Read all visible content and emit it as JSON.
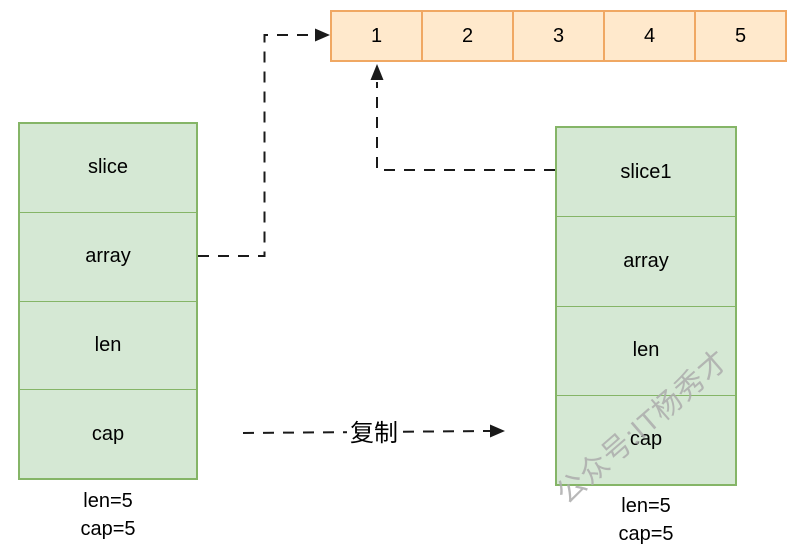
{
  "array": {
    "cells": [
      "1",
      "2",
      "3",
      "4",
      "5"
    ],
    "fill": "#FFE9CC",
    "stroke": "#F0A863"
  },
  "left_struct": {
    "rows": [
      "slice",
      "array",
      "len",
      "cap"
    ],
    "caption_lines": [
      "len=5",
      "cap=5"
    ],
    "fill": "#D5E8D4",
    "stroke": "#85B567"
  },
  "right_struct": {
    "rows": [
      "slice1",
      "array",
      "len",
      "cap"
    ],
    "caption_lines": [
      "len=5",
      "cap=5"
    ],
    "fill": "#D5E8D4",
    "stroke": "#85B567"
  },
  "copy_arrow_label": "复制",
  "watermark": "公众号:IT杨秀才",
  "arrow_color": "#1a1a1a"
}
